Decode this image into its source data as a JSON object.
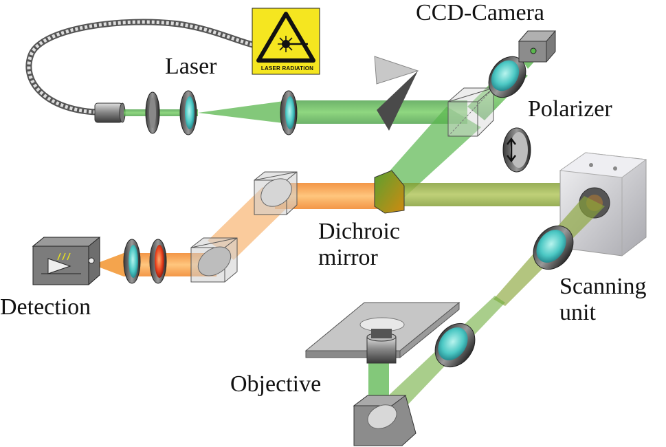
{
  "labels": {
    "ccd_camera": "CCD-Camera",
    "laser": "Laser",
    "polarizer": "Polarizer",
    "dichroic_line1": "Dichroic",
    "dichroic_line2": "mirror",
    "detection": "Detection",
    "scanning_line1": "Scanning",
    "scanning_line2": "unit",
    "objective": "Objective"
  },
  "warning_sign": {
    "text": "LASER RADIATION"
  },
  "colors": {
    "laser_beam": "#4fae4a",
    "emission_beam": "#f59a3a",
    "combined_beam": "#8aa63a",
    "warning_yellow": "#f5e620",
    "housing_gray": "#8c8c8c",
    "lens_cyan": "#5fd3cf"
  }
}
